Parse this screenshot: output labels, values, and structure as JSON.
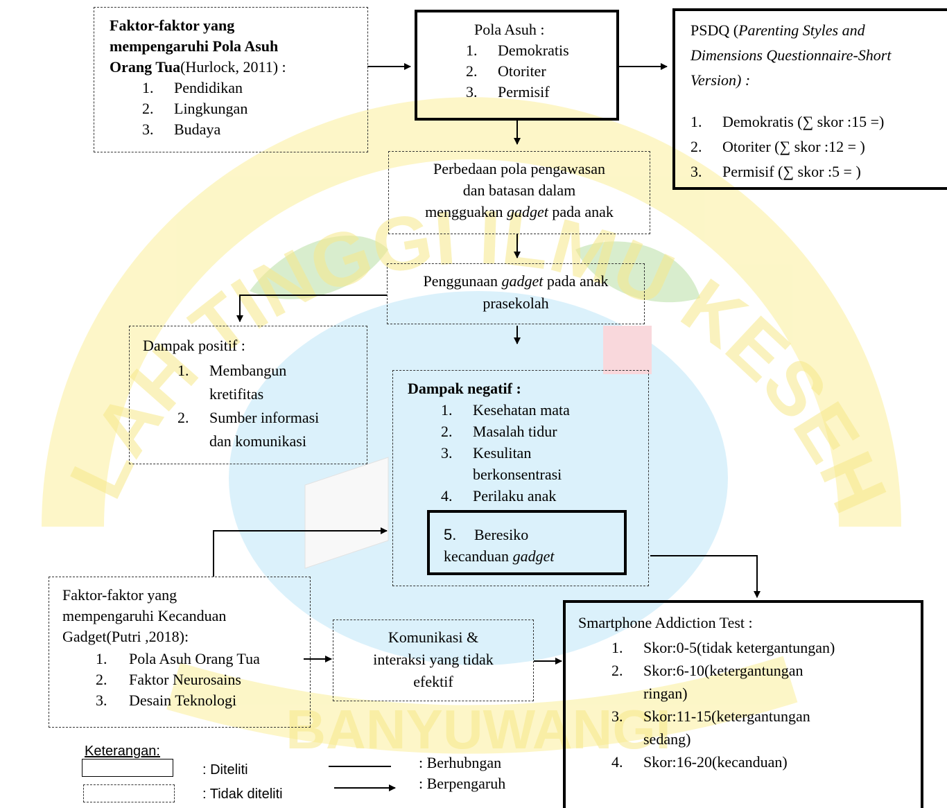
{
  "watermark": {
    "text_top": "SEKOLAH TINGGI ILMU KESEHATAN",
    "text_bottom": "BANYUWANGI",
    "colors": {
      "gold": "#f5e36b",
      "blue": "#a9dcf5",
      "green": "#9ed48a",
      "red": "#f2a6b0"
    }
  },
  "factors_parenting": {
    "title_line1": "Faktor-faktor yang",
    "title_line2": "mempengaruhi Pola Asuh",
    "title_line3_bold": "Orang Tua",
    "title_line3_rest": "(Hurlock, 2011) :",
    "items": [
      {
        "n": "1.",
        "label": "Pendidikan"
      },
      {
        "n": "2.",
        "label": "Lingkungan"
      },
      {
        "n": "3.",
        "label": "Budaya"
      }
    ]
  },
  "pola_asuh": {
    "title": "Pola Asuh :",
    "items": [
      {
        "n": "1.",
        "label": "Demokratis"
      },
      {
        "n": "2.",
        "label": "Otoriter"
      },
      {
        "n": "3.",
        "label": "Permisif"
      }
    ]
  },
  "psdq": {
    "title_plain": "PSDQ (",
    "title_line1_italic": "Parenting Styles and",
    "title_line2_italic": "Dimensions Questionnaire-Short",
    "title_line3_italic": "Version) :",
    "items": [
      {
        "n": "1.",
        "label": "Demokratis (∑ skor :15 =)"
      },
      {
        "n": "2.",
        "label": "Otoriter (∑ skor :12 = )"
      },
      {
        "n": "3.",
        "label": "Permisif (∑ skor :5 = )"
      }
    ]
  },
  "perbedaan": {
    "line1": "Perbedaan pola pengawasan",
    "line2": "dan batasan dalam",
    "line3_a": "mengguakan ",
    "line3_italic": "gadget",
    "line3_b": " pada anak"
  },
  "penggunaan": {
    "line1_a": "Penggunaan ",
    "line1_italic": "gadget",
    "line1_b": " pada anak",
    "line2": "prasekolah"
  },
  "dampak_positif": {
    "title": "Dampak positif :",
    "items": [
      {
        "n": "1.",
        "line1": "Membangun",
        "line2": "kretifitas"
      },
      {
        "n": "2.",
        "line1": "Sumber informasi",
        "line2": "dan komunikasi"
      }
    ]
  },
  "dampak_negatif": {
    "title": "Dampak negatif :",
    "items": [
      {
        "n": "1.",
        "line1": "Kesehatan mata",
        "line2": ""
      },
      {
        "n": "2.",
        "line1": "Masalah tidur",
        "line2": ""
      },
      {
        "n": "3.",
        "line1": "Kesulitan",
        "line2": "berkonsentrasi"
      },
      {
        "n": "4.",
        "line1": "Perilaku anak",
        "line2": ""
      }
    ],
    "item5_num": "5.",
    "item5_line1": "Beresiko",
    "item5_line2_a": "kecanduan ",
    "item5_line2_italic": "gadget"
  },
  "factors_addiction": {
    "line1": "Faktor-faktor yang",
    "line2": "mempengaruhi Kecanduan",
    "line3": "Gadget(Putri ,2018):",
    "items": [
      {
        "n": "1.",
        "label": "Pola Asuh Orang Tua"
      },
      {
        "n": "2.",
        "label": "Faktor Neurosains"
      },
      {
        "n": "3.",
        "label": "Desain Teknologi"
      }
    ]
  },
  "komunikasi": {
    "line1": "Komunikasi &",
    "line2": "interaksi yang tidak",
    "line3": "efektif"
  },
  "sat": {
    "title": "Smartphone Addiction Test :",
    "items": [
      {
        "n": "1.",
        "line1": "Skor:0-5(tidak ketergantungan)",
        "line2": ""
      },
      {
        "n": "2.",
        "line1": "Skor:6-10(ketergantungan",
        "line2": "ringan)"
      },
      {
        "n": "3.",
        "line1": "Skor:11-15(ketergantungan",
        "line2": "sedang)"
      },
      {
        "n": "4.",
        "line1": "Skor:16-20(kecanduan)",
        "line2": ""
      }
    ]
  },
  "legend": {
    "title": "Keterangan:",
    "diteliti": ": Diteliti",
    "tidak_diteliti": ": Tidak diteliti",
    "berhubungan": ": Berhubngan",
    "berpengaruh": ": Berpengaruh"
  }
}
